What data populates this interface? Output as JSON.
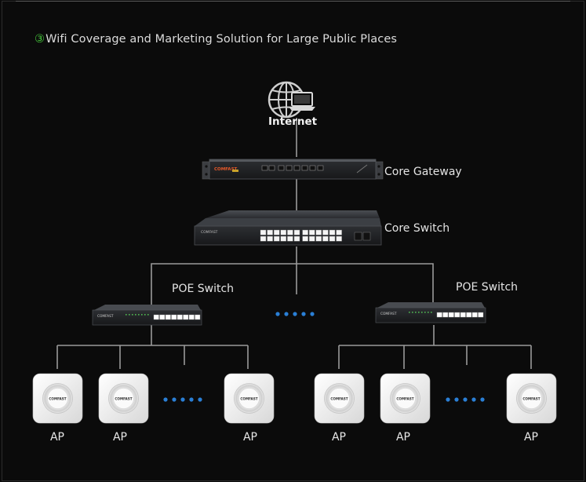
{
  "title": {
    "number": "③",
    "text": "Wifi Coverage and Marketing Solution for Large Public Places"
  },
  "nodes": {
    "internet": "Internet",
    "core_gateway": "Core Gateway",
    "core_switch": "Core Switch",
    "poe_switch_left": "POE Switch",
    "poe_switch_right": "POE Switch"
  },
  "brand": "COMFAST",
  "ap_labels": [
    "AP",
    "AP",
    "AP",
    "AP",
    "AP",
    "AP"
  ],
  "colors": {
    "accent_number": "#44c33a",
    "ellipsis_blue": "#2a7fd6",
    "line": "#9a9a9a",
    "text": "#e4e4e4"
  }
}
